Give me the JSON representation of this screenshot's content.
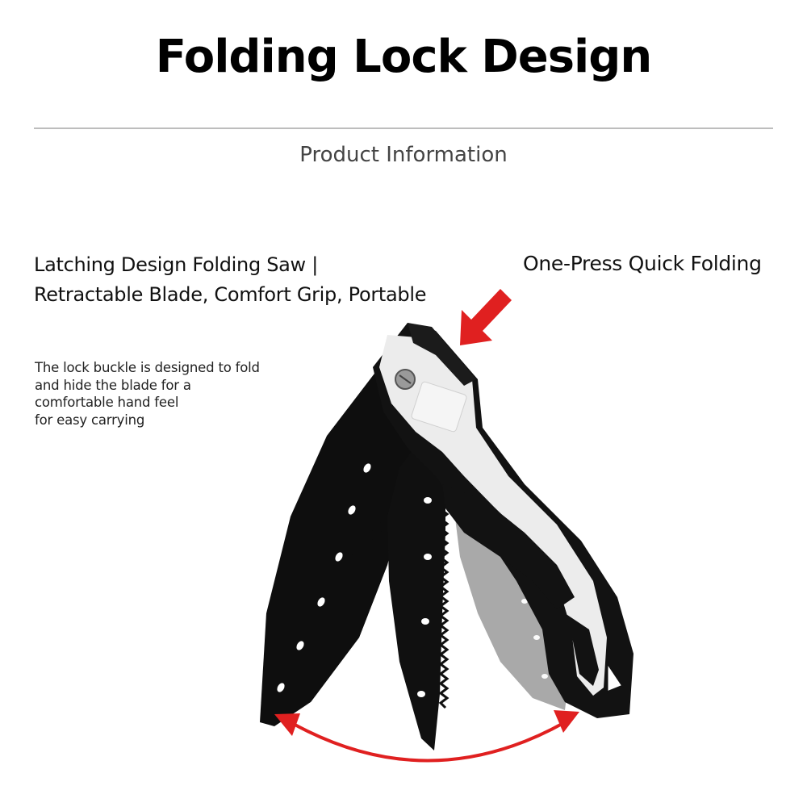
{
  "header": {
    "title": "Folding Lock Design",
    "subtitle": "Product Information"
  },
  "features": {
    "left_line1": "Latching Design Folding Saw |",
    "left_line2": "Retractable Blade, Comfort Grip, Portable",
    "right": "One-Press Quick Folding"
  },
  "description": {
    "lines": [
      "The lock buckle is designed to fold",
      "and hide the blade for a",
      "comfortable hand feel",
      "for easy carrying"
    ]
  },
  "illustration": {
    "arrow_icon": "down-left-arrow-icon",
    "swing_arrow_icon": "double-headed-curved-arrow-icon",
    "accent_color": "#e02020",
    "blade_color": "#111111",
    "handle_color": "#e8e8e8"
  }
}
